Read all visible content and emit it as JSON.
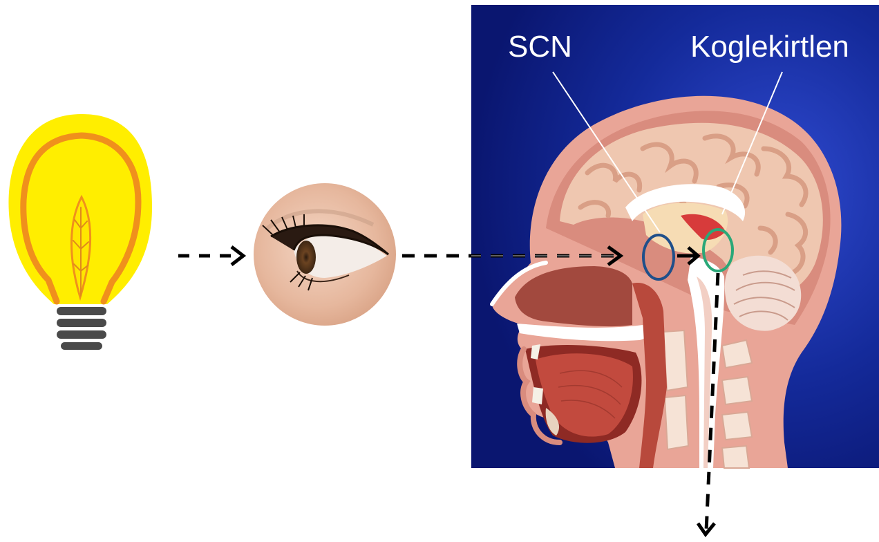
{
  "labels": {
    "scn": "SCN",
    "pineal": "Koglekirtlen"
  },
  "icons": {
    "light_source": "light-bulb-icon",
    "eye": "eye-icon",
    "head": "head-cross-section"
  },
  "colors": {
    "panel_background": "#0a1a78",
    "bulb_glow": "#ffee00",
    "bulb_outline": "#f0901c",
    "bulb_base": "#4a4a4a",
    "scn_marker": "#1f4f8a",
    "pineal_marker": "#2aa878",
    "arrow": "#000000",
    "label_text": "#ffffff",
    "skin": "#e9a597",
    "brain": "#efc7b0"
  }
}
